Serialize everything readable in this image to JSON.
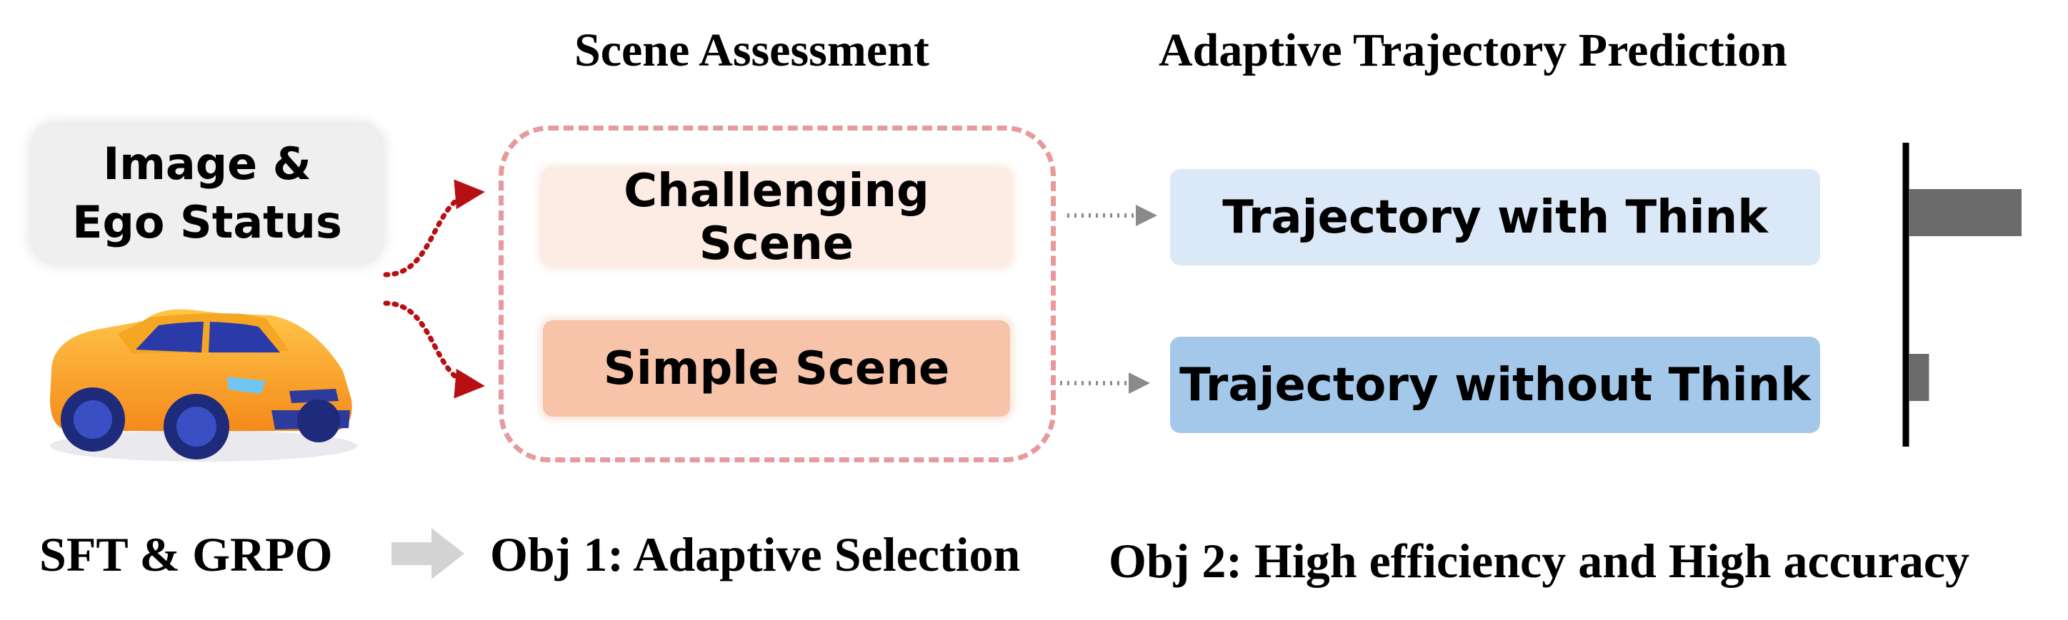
{
  "headings": {
    "scene_assessment": "Scene Assessment",
    "adaptive_trajectory": "Adaptive Trajectory Prediction"
  },
  "input": {
    "line1": "Image &",
    "line2": "Ego Status"
  },
  "scenes": {
    "challenging": "Challenging Scene",
    "simple": "Simple Scene"
  },
  "trajectories": {
    "with_think": "Trajectory with Think",
    "without_think": "Trajectory without Think"
  },
  "bars": {
    "with_think_fraction": 1.0,
    "without_think_fraction": 0.18
  },
  "footer": {
    "training": "SFT & GRPO",
    "obj1": "Obj 1: Adaptive Selection",
    "obj2": "Obj 2: High efficiency and High accuracy"
  },
  "colors": {
    "challenging_fill": "#fcece3",
    "simple_fill": "#f7c3a9",
    "with_think_fill": "#dbe8f7",
    "without_think_fill": "#a4c8ea",
    "dashed_frame": "#e8999b",
    "red_arrow": "#b80f14",
    "gray_arrow": "#8a8a8a",
    "bar": "#6b6b6b",
    "car_body": "#f8a92a"
  }
}
